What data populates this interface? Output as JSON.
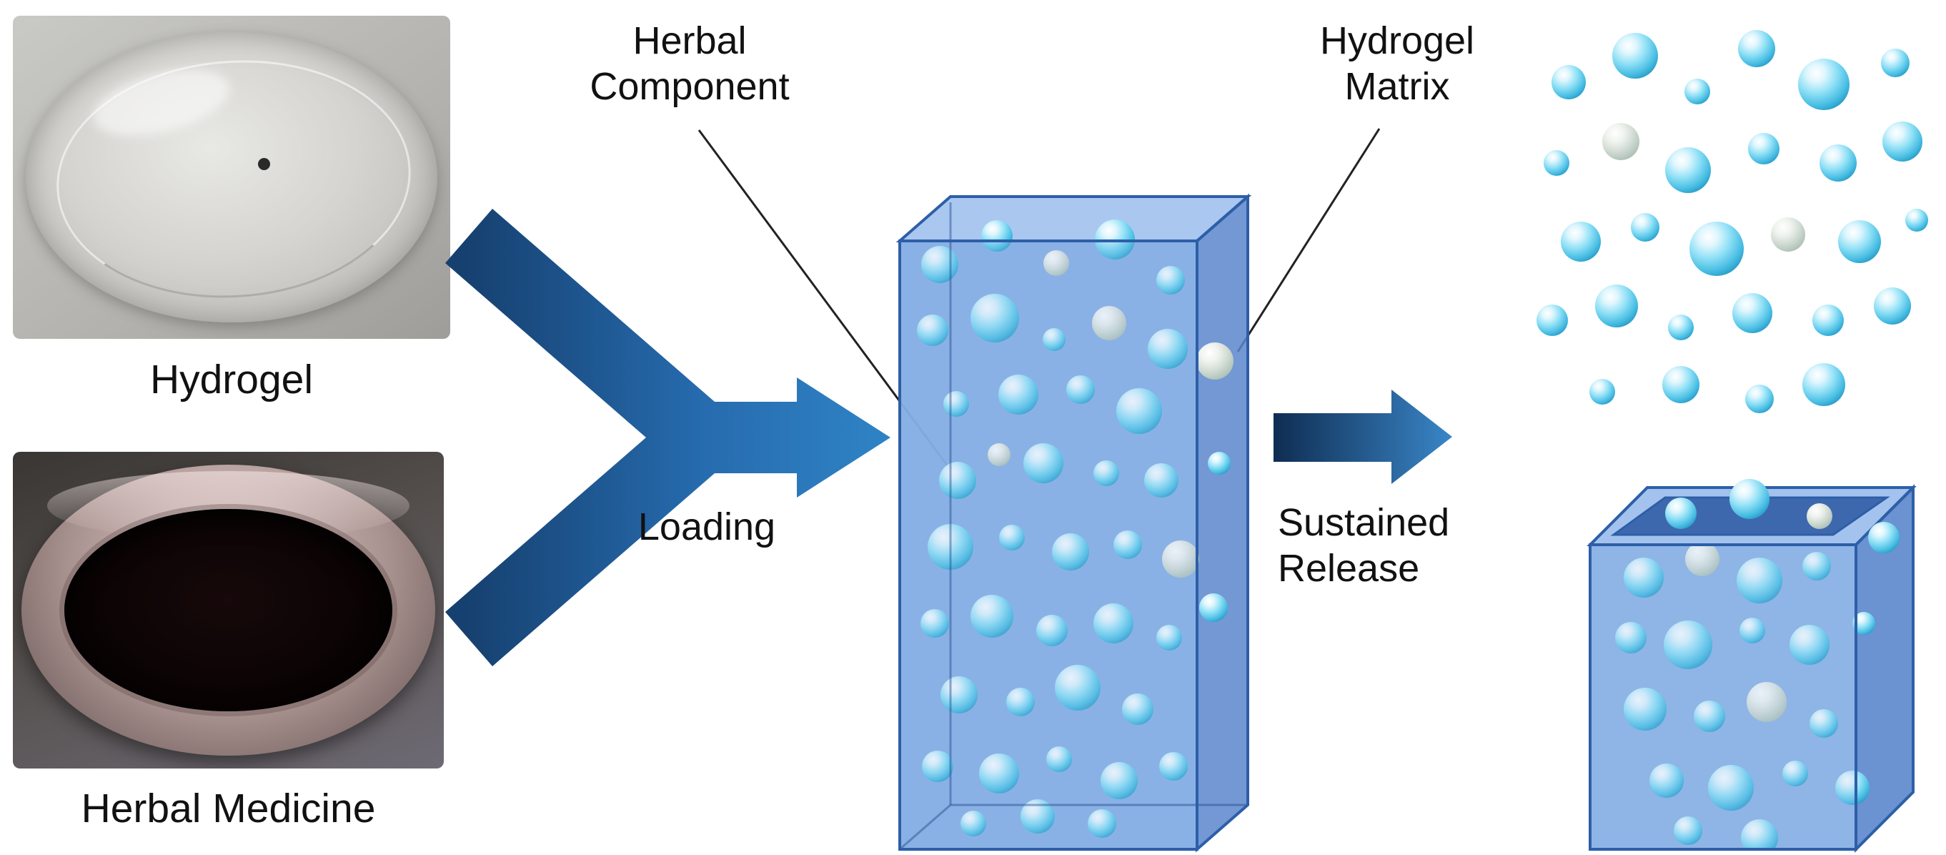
{
  "figure": {
    "left_panel": {
      "hydrogel_label": "Hydrogel",
      "herbal_medicine_label": "Herbal Medicine"
    },
    "process": {
      "herbal_component_label": "Herbal Component",
      "hydrogel_matrix_label": "Hydrogel Matrix",
      "loading_label": "Loading",
      "sustained_release_label": "Sustained Release"
    },
    "colors": {
      "background": "#ffffff",
      "text": "#111111",
      "arrow_dark": "#16406f",
      "arrow_light": "#2f84c6",
      "release_arrow_dark": "#0f2d52",
      "release_arrow_light": "#3a87c9",
      "prism_face": "#7fa9e2",
      "prism_top": "#aac7f0",
      "prism_side": "#5b86cc",
      "prism_edge": "#2d5fa8",
      "bubble_cyan": "#3cb9e0",
      "bubble_pale": "#cdd9d2"
    }
  }
}
